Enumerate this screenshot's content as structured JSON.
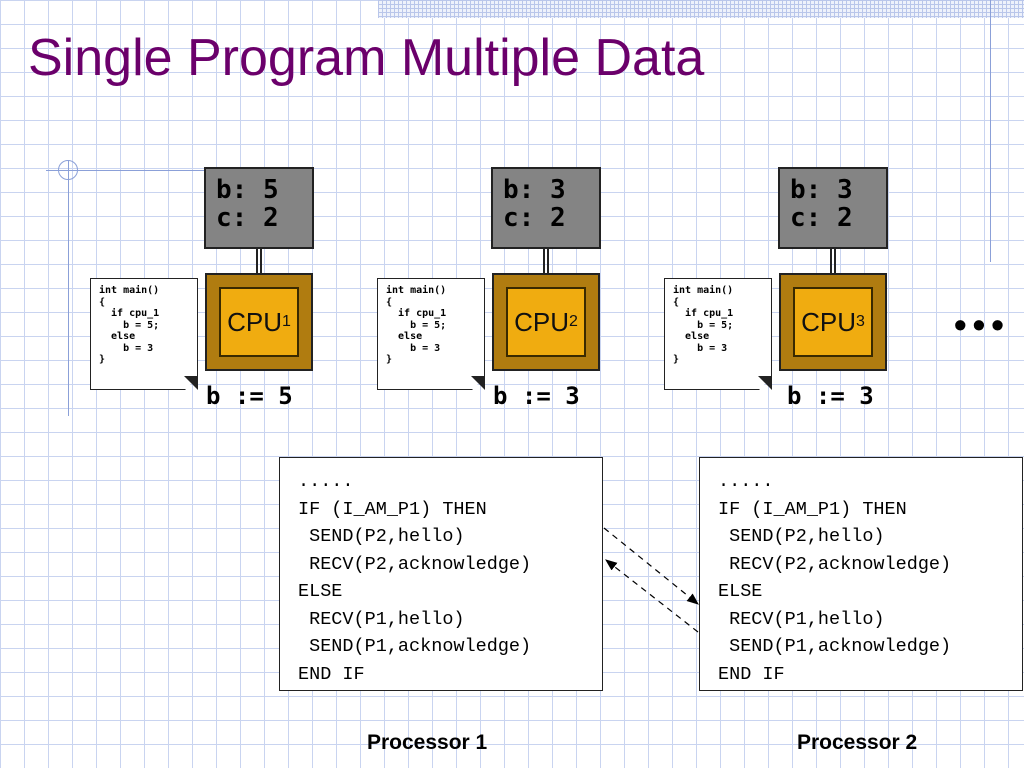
{
  "title": "Single Program Multiple Data",
  "nodes": [
    {
      "b_line": "b: 5",
      "c_line": "c: 2",
      "cpu_label": "CPU",
      "cpu_sub": "1",
      "assign": "b := 5"
    },
    {
      "b_line": "b: 3",
      "c_line": "c: 2",
      "cpu_label": "CPU",
      "cpu_sub": "2",
      "assign": "b := 3"
    },
    {
      "b_line": "b: 3",
      "c_line": "c: 2",
      "cpu_label": "CPU",
      "cpu_sub": "3",
      "assign": "b := 3"
    }
  ],
  "program_listing": "int main()\n{\n  if cpu_1\n    b = 5;\n  else\n    b = 3\n}",
  "ellipsis": "•••",
  "code_block": {
    "lines": [
      ".....",
      "IF (I_AM_P1) THEN",
      " SEND(P2,hello)",
      " RECV(P2,acknowledge)",
      "ELSE",
      " RECV(P1,hello)",
      " SEND(P1,acknowledge)",
      "END IF"
    ]
  },
  "captions": [
    "Processor 1",
    "Processor 2"
  ]
}
